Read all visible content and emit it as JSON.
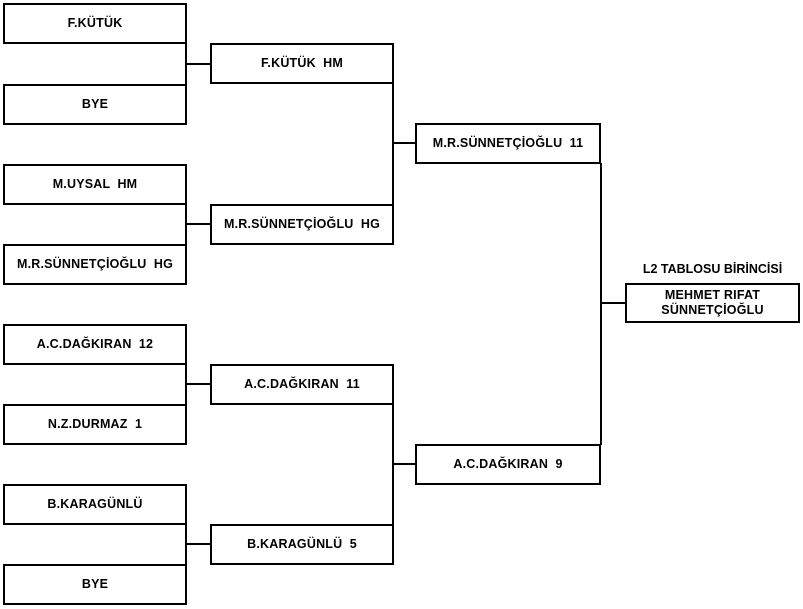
{
  "bracket": {
    "title_label": "L2 TABLOSU BİRİNCİSİ",
    "rounds": [
      {
        "name": "round-1",
        "slots": [
          {
            "label": "F.KÜTÜK"
          },
          {
            "label": "BYE"
          },
          {
            "label": "M.UYSAL  HM"
          },
          {
            "label": "M.R.SÜNNETÇİOĞLU  HG"
          },
          {
            "label": "A.C.DAĞKIRAN  12"
          },
          {
            "label": "N.Z.DURMAZ  1"
          },
          {
            "label": "B.KARAGÜNLÜ"
          },
          {
            "label": "BYE"
          }
        ]
      },
      {
        "name": "round-2",
        "slots": [
          {
            "label": "F.KÜTÜK  HM"
          },
          {
            "label": "M.R.SÜNNETÇİOĞLU  HG"
          },
          {
            "label": "A.C.DAĞKIRAN  11"
          },
          {
            "label": "B.KARAGÜNLÜ  5"
          }
        ]
      },
      {
        "name": "round-3",
        "slots": [
          {
            "label": "M.R.SÜNNETÇİOĞLU  11"
          },
          {
            "label": "A.C.DAĞKIRAN  9"
          }
        ]
      }
    ],
    "winner": {
      "line1": "MEHMET RIFAT",
      "line2": "SÜNNETÇİOĞLU"
    },
    "colors": {
      "border": "#000000",
      "text": "#000000",
      "background": "#ffffff"
    }
  }
}
